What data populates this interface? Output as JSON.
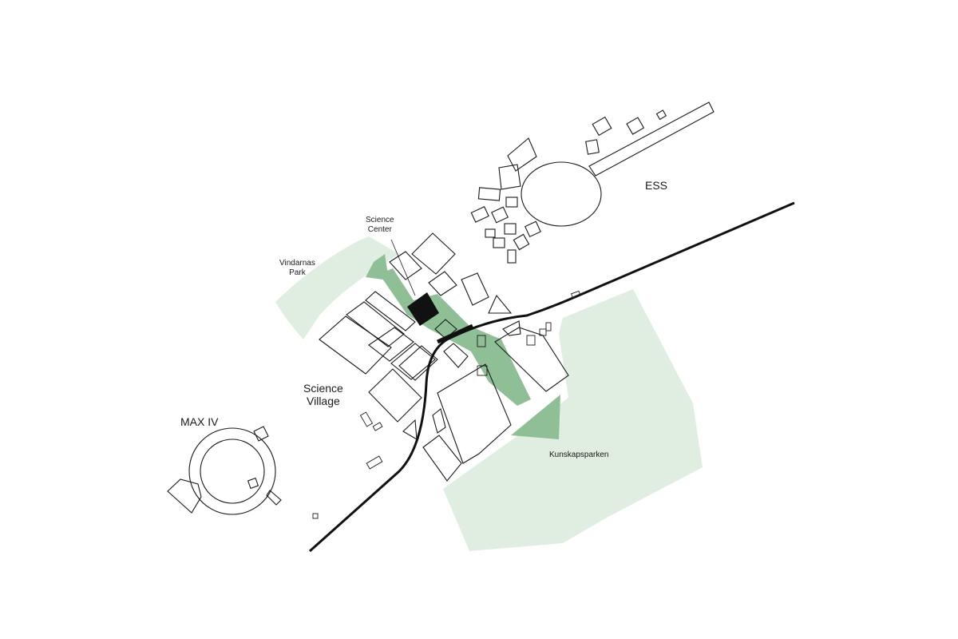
{
  "labels": {
    "ess": "ESS",
    "science_center": [
      "Science",
      "Center"
    ],
    "vindarnas_park": [
      "Vindarnas",
      "Park"
    ],
    "science_village": [
      "Science",
      "Village"
    ],
    "max_iv": "MAX IV",
    "kunskapsparken": "Kunskapsparken"
  },
  "colors": {
    "background": "#ffffff",
    "park_fill": "#dfeee1",
    "axis_green": "#8fbf95",
    "outline": "#1a1a1a",
    "science_center_block": "#111111"
  }
}
